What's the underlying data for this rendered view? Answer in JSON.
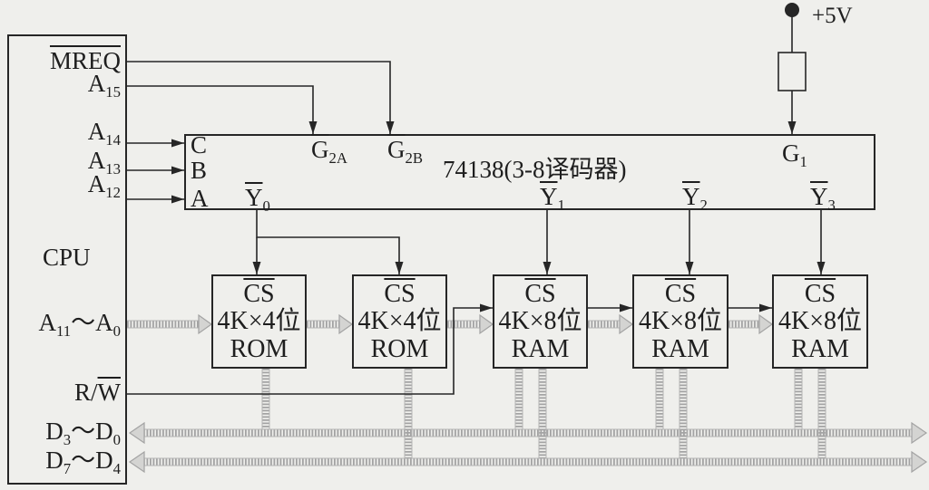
{
  "power": {
    "label": "+5V"
  },
  "cpu": {
    "title": "CPU",
    "mreq": "MREQ",
    "a15": {
      "name": "A",
      "sub": "15"
    },
    "a14": {
      "name": "A",
      "sub": "14"
    },
    "a13": {
      "name": "A",
      "sub": "13"
    },
    "a12": {
      "name": "A",
      "sub": "12"
    },
    "addr_bus": {
      "name": "A",
      "sub": "11",
      "sep": "～",
      "name2": "A",
      "sub2": "0"
    },
    "rw": {
      "plain": "R/",
      "bar": "W"
    },
    "data_low": {
      "name": "D",
      "sub": "3",
      "sep": "～",
      "name2": "D",
      "sub2": "0"
    },
    "data_high": {
      "name": "D",
      "sub": "7",
      "sep": "～",
      "name2": "D",
      "sub2": "4"
    }
  },
  "decoder": {
    "title": "74138(3-8译码器)",
    "inputs": [
      "C",
      "B",
      "A"
    ],
    "g2a": {
      "name": "G",
      "sub": "2A"
    },
    "g2b": {
      "name": "G",
      "sub": "2B"
    },
    "g1": {
      "name": "G",
      "sub": "1"
    },
    "outputs": [
      {
        "name": "Y",
        "sub": "0"
      },
      {
        "name": "Y",
        "sub": "1"
      },
      {
        "name": "Y",
        "sub": "2"
      },
      {
        "name": "Y",
        "sub": "3"
      }
    ]
  },
  "memory": [
    {
      "select": "CS",
      "size": "4K×4位",
      "type": "ROM"
    },
    {
      "select": "CS",
      "size": "4K×4位",
      "type": "ROM"
    },
    {
      "select": "CS",
      "size": "4K×8位",
      "type": "RAM"
    },
    {
      "select": "CS",
      "size": "4K×8位",
      "type": "RAM"
    },
    {
      "select": "CS",
      "size": "4K×8位",
      "type": "RAM"
    }
  ]
}
